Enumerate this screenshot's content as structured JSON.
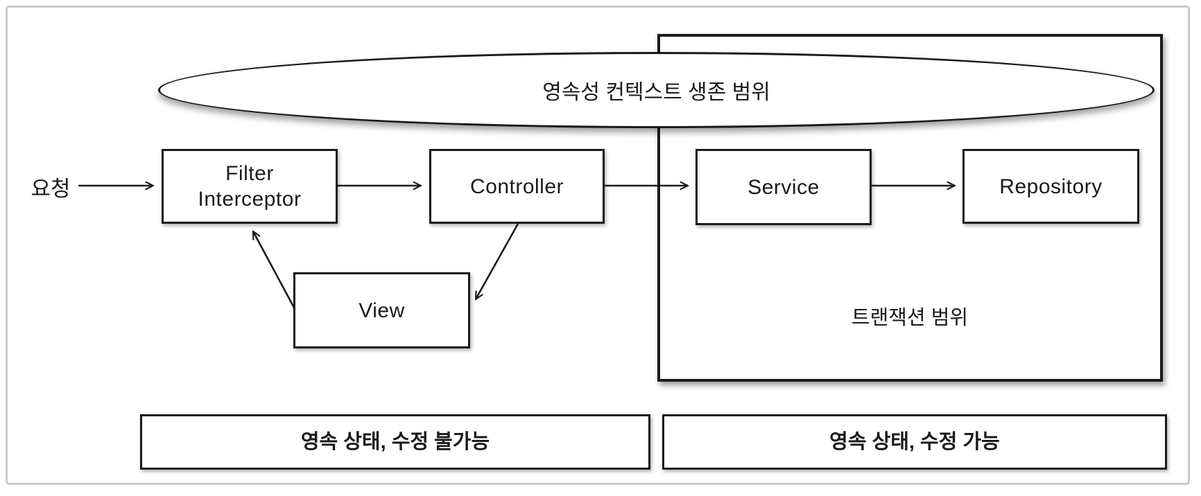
{
  "diagram": {
    "request_label": "요청",
    "persistence_scope_label": "영속성 컨텍스트 생존 범위",
    "transaction_scope_label": "트랜잭션 범위",
    "nodes": {
      "filter_line1": "Filter",
      "filter_line2": "Interceptor",
      "controller": "Controller",
      "service": "Service",
      "repository": "Repository",
      "view": "View"
    },
    "footers": {
      "left": "영속 상태, 수정 불가능",
      "right": "영속 상태, 수정 가능"
    },
    "colors": {
      "stroke": "#1a1a1a",
      "frame_border": "#c8c8cc",
      "background": "#ffffff"
    }
  }
}
